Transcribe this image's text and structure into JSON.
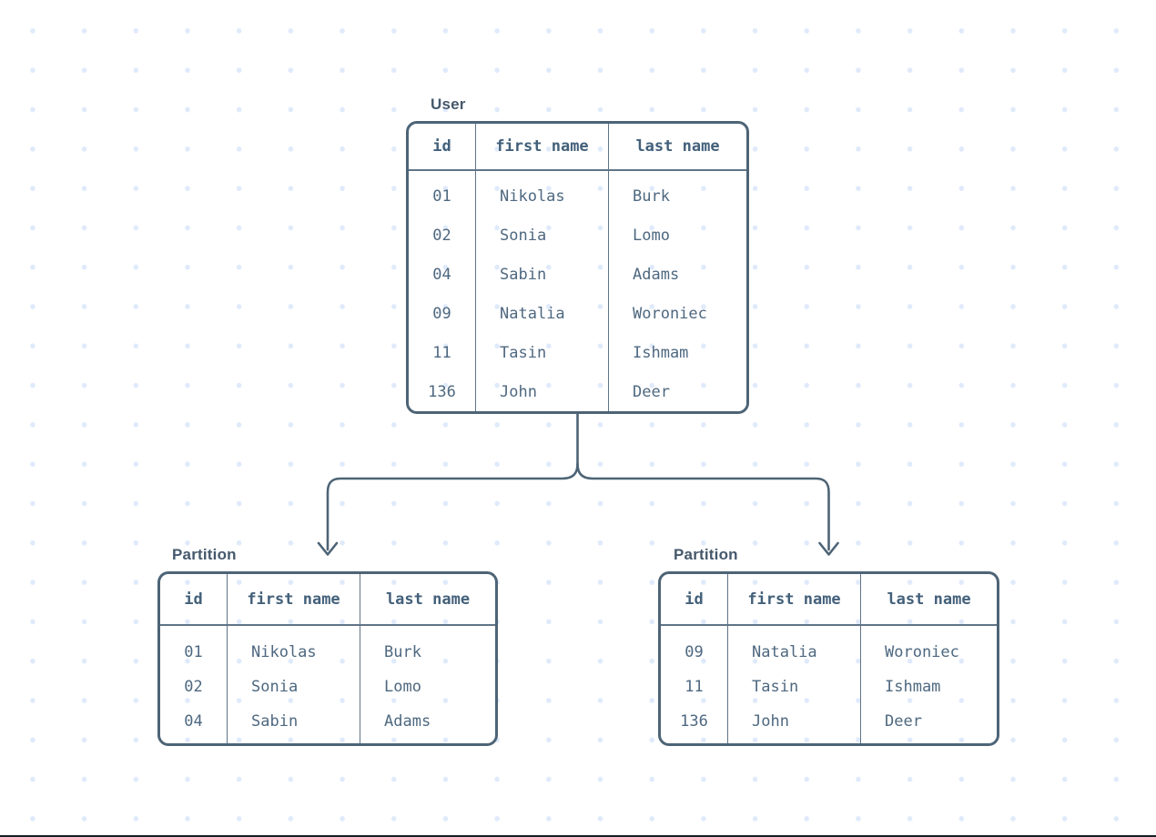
{
  "diagram": {
    "kind": "database-partitioning",
    "description": "User table split into two partitions"
  },
  "colors": {
    "line": "#4d6476",
    "innerLine": "#5f7487",
    "cellText": "#4e6880",
    "headerText": "#43607a",
    "labelText": "#45586c",
    "dot": "#dfeafb",
    "background": "#ffffff",
    "bottomEdge": "#171d26"
  },
  "tables": [
    {
      "id": "user",
      "title": "User",
      "headers": [
        "id",
        "first name",
        "last name"
      ],
      "rows": [
        [
          "01",
          "Nikolas",
          "Burk"
        ],
        [
          "02",
          "Sonia",
          "Lomo"
        ],
        [
          "04",
          "Sabin",
          "Adams"
        ],
        [
          "09",
          "Natalia",
          "Woroniec"
        ],
        [
          "11",
          "Tasin",
          "Ishmam"
        ],
        [
          "136",
          "John",
          "Deer"
        ]
      ]
    },
    {
      "id": "partition-left",
      "title": "Partition",
      "headers": [
        "id",
        "first name",
        "last name"
      ],
      "rows": [
        [
          "01",
          "Nikolas",
          "Burk"
        ],
        [
          "02",
          "Sonia",
          "Lomo"
        ],
        [
          "04",
          "Sabin",
          "Adams"
        ]
      ]
    },
    {
      "id": "partition-right",
      "title": "Partition",
      "headers": [
        "id",
        "first name",
        "last name"
      ],
      "rows": [
        [
          "09",
          "Natalia",
          "Woroniec"
        ],
        [
          "11",
          "Tasin",
          "Ishmam"
        ],
        [
          "136",
          "John",
          "Deer"
        ]
      ]
    }
  ]
}
